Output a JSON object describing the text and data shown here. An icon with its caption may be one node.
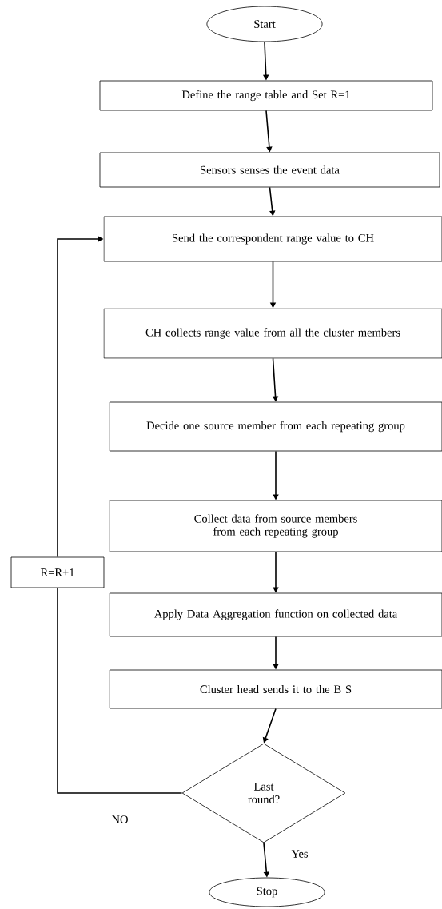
{
  "diagram": {
    "nodes": [
      {
        "text": [
          "Start"
        ]
      },
      {
        "text": [
          "Define the range table and Set R=1"
        ]
      },
      {
        "text": [
          "Sensors senses the event data"
        ]
      },
      {
        "text": [
          "Send the correspondent range value to CH"
        ]
      },
      {
        "text": [
          "CH collects range value from all the cluster members"
        ]
      },
      {
        "text": [
          "Decide one source member from each repeating group"
        ]
      },
      {
        "text": [
          "Collect data from source members from each repeating group"
        ]
      },
      {
        "text": [
          "Apply Data Aggregation function on collected data"
        ]
      },
      {
        "text": [
          "Cluster head sends it to the B S"
        ]
      },
      {
        "text": [
          "Last round?"
        ]
      },
      {
        "text": [
          "R=R+1"
        ]
      },
      {
        "text": [
          "Stop"
        ]
      }
    ],
    "edges": [
      {
        "from": 0,
        "to": 1,
        "arrow": "to"
      },
      {
        "from": 1,
        "to": 2,
        "arrow": "to"
      },
      {
        "from": 2,
        "to": 3,
        "arrow": "to"
      },
      {
        "from": 3,
        "to": 4,
        "arrow": "to"
      },
      {
        "from": 4,
        "to": 5,
        "arrow": "to"
      },
      {
        "from": 5,
        "to": 6,
        "arrow": "to"
      },
      {
        "from": 6,
        "to": 7,
        "arrow": "to"
      },
      {
        "from": 7,
        "to": 8,
        "arrow": "to"
      },
      {
        "from": 8,
        "to": 9,
        "arrow": "to"
      },
      {
        "from": 9,
        "to": 11,
        "label": "Yes",
        "arrow": "to"
      },
      {
        "from": 9,
        "to": 10,
        "label": "NO",
        "arrow": "none"
      },
      {
        "from": 10,
        "to": 3,
        "arrow": "to"
      }
    ]
  }
}
